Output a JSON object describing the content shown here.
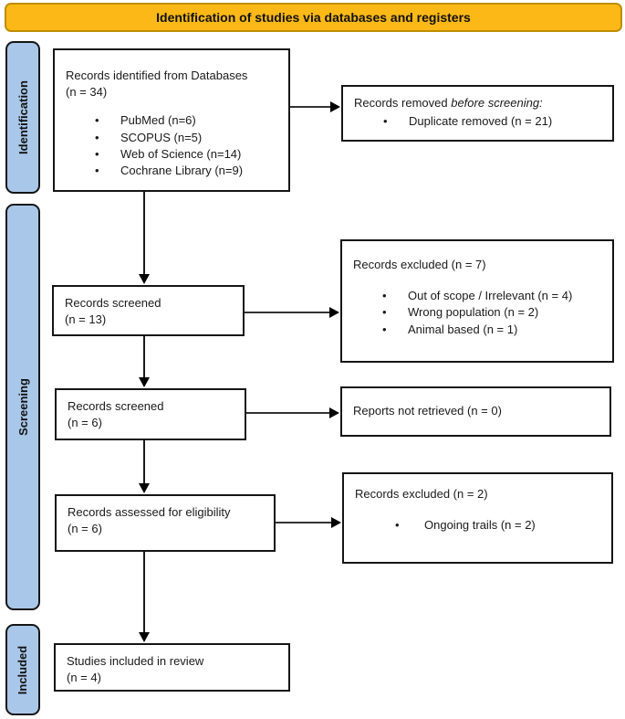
{
  "header": {
    "title": "Identification of studies via databases and registers"
  },
  "sidebar": {
    "stages": [
      {
        "label": "Identification"
      },
      {
        "label": "Screening"
      },
      {
        "label": "Included"
      }
    ]
  },
  "boxes": {
    "identified": {
      "line1": "Records identified from Databases",
      "line2": "(n = 34)",
      "bullets": [
        "PubMed (n=6)",
        "SCOPUS (n=5)",
        "Web of Science (n=14)",
        "Cochrane Library (n=9)"
      ]
    },
    "removed": {
      "prefix": "Records removed ",
      "italic": "before screening:",
      "bullets": [
        "Duplicate removed (n = 21)"
      ]
    },
    "screened13": {
      "line1": "Records screened",
      "line2": "(n = 13)"
    },
    "excluded7": {
      "title": "Records excluded (n = 7)",
      "bullets": [
        "Out of scope / Irrelevant (n = 4)",
        "Wrong population (n = 2)",
        "Animal based (n = 1)"
      ]
    },
    "screened6": {
      "line1": "Records screened",
      "line2": "(n = 6)"
    },
    "notretrieved": {
      "title": "Reports not retrieved (n = 0)"
    },
    "assessed": {
      "line1": "Records assessed for eligibility",
      "line2": "(n = 6)"
    },
    "excluded2": {
      "title": "Records excluded (n = 2)",
      "bullets": [
        "Ongoing trails (n = 2)"
      ]
    },
    "included": {
      "line1": "Studies included in review",
      "line2": "(n = 4)"
    }
  },
  "colors": {
    "banner_fill": "#FBB817",
    "banner_border": "#BD8E00",
    "stage_fill": "#A9C7E9",
    "box_border": "#151515",
    "arrow": "#000000"
  }
}
